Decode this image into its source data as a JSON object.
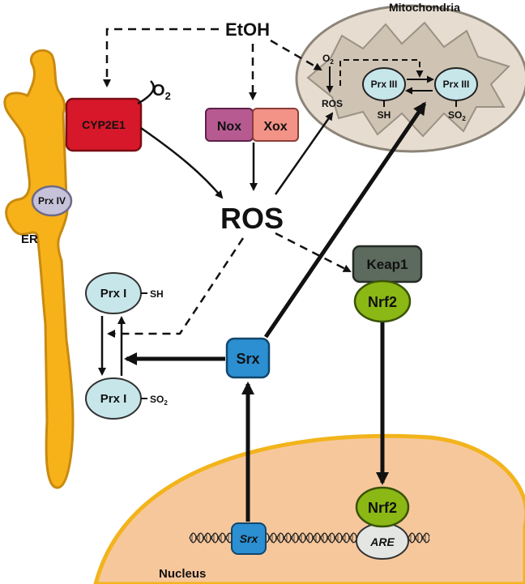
{
  "labels": {
    "etoh": "EtOH",
    "o2_main": "O",
    "o2_sub": "2",
    "cyp2e1": "CYP2E1",
    "nox": "Nox",
    "xox": "Xox",
    "ros": "ROS",
    "mitochondria": "Mitochondria",
    "mito_o2": "O",
    "mito_o2_sub": "2",
    "mito_ros": "ROS",
    "prx3_left": "Prx III",
    "prx3_right": "Prx III",
    "sh_mito": "SH",
    "so2_mito": "SO",
    "so2_mito_sub": "2",
    "prx4": "Prx IV",
    "er": "ER",
    "prx1_top": "Prx I",
    "sh_prx1": "SH",
    "prx1_bottom": "Prx I",
    "so2_prx1": "SO",
    "so2_prx1_sub": "2",
    "srx": "Srx",
    "keap1": "Keap1",
    "nrf2_top": "Nrf2",
    "nrf2_bottom": "Nrf2",
    "srx_gene": "Srx",
    "are": "ARE",
    "nucleus": "Nucleus"
  },
  "colors": {
    "er": "#f7b21a",
    "er_stroke": "#c98a10",
    "cyp2e1": "#d7182a",
    "nox": "#b75a92",
    "xox": "#f39287",
    "mito_outer": "#e6ddd0",
    "mito_inner": "#cfc3b3",
    "prx_fill": "#c7e6ea",
    "prx3_text": "#a1122e",
    "prx4_fill": "#c6c2d9",
    "srx": "#2b8fd1",
    "keap1": "#5d6a5e",
    "keap1_text": "#f2e28a",
    "nrf2": "#8bb814",
    "are_fill": "#e3e6e2",
    "nucleus": "#f7c79c",
    "nucleus_stroke": "#f2b41c"
  }
}
